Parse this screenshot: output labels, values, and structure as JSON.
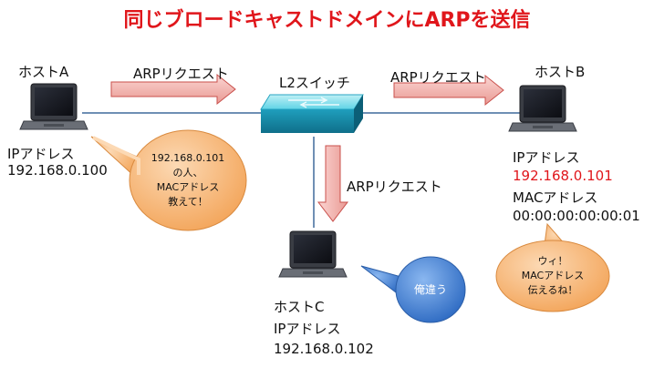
{
  "title": {
    "text": "同じブロードキャストドメインにARPを送信",
    "color": "#e0161b"
  },
  "switch": {
    "label": "L2スイッチ"
  },
  "hosts": {
    "a": {
      "name": "ホストA",
      "ip_label": "IPアドレス",
      "ip": "192.168.0.100"
    },
    "b": {
      "name": "ホストB",
      "ip_label": "IPアドレス",
      "ip": "192.168.0.101",
      "mac_label": "MACアドレス",
      "mac": "00:00:00:00:00:01",
      "ip_color": "#e0161b"
    },
    "c": {
      "name": "ホストC",
      "ip_label": "IPアドレス",
      "ip": "192.168.0.102"
    }
  },
  "arrows": {
    "a_to_switch": "ARPリクエスト",
    "switch_to_b": "ARPリクエスト",
    "switch_to_c": "ARPリクエスト"
  },
  "bubbles": {
    "host_a": [
      "192.168.0.101",
      "の人、",
      "MACアドレス",
      "教えて！"
    ],
    "host_c": [
      "俺違う"
    ],
    "host_b": [
      "ウィ！",
      "MACアドレス",
      "伝えるね！"
    ]
  },
  "colors": {
    "arrow_fill": "#f3b3ae",
    "arrow_stroke": "#c9504c",
    "bubble_orange": "#f6b272",
    "bubble_blue": "#4a86d6",
    "line": "#6f8fb4"
  },
  "icons": {
    "host": "laptop-icon",
    "switch": "l2-switch-icon"
  }
}
